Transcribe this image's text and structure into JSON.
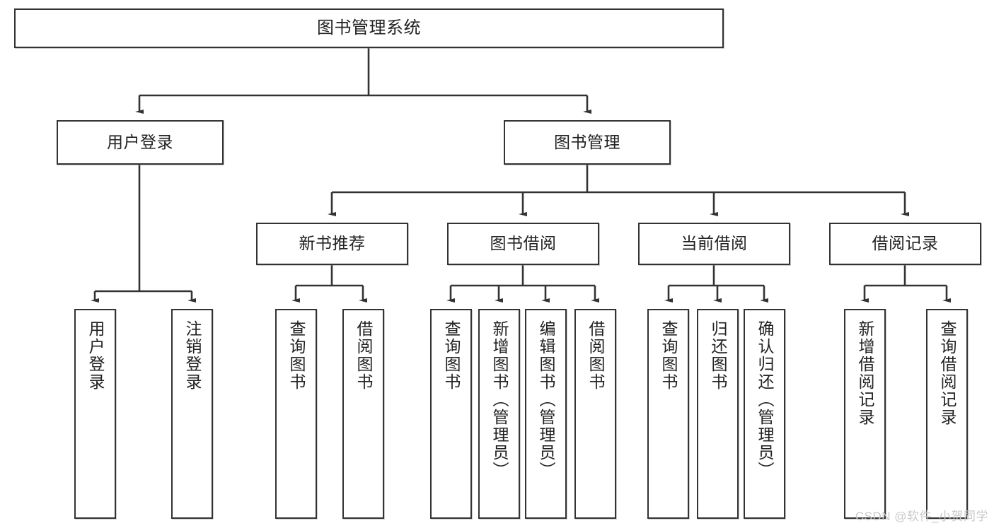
{
  "diagram": {
    "title": "图书管理系统",
    "type": "tree-hierarchy-diagram",
    "watermark": "CSDN @软件_小贺同学",
    "colors": {
      "node_border": "#333333",
      "node_fill": "#ffffff",
      "edge": "#333333",
      "text": "#222222",
      "watermark": "#c9c9c9"
    },
    "nodes": {
      "root": {
        "label": "图书管理系统"
      },
      "level2": [
        {
          "label": "用户登录"
        },
        {
          "label": "图书管理"
        }
      ],
      "level3": [
        {
          "label": "新书推荐"
        },
        {
          "label": "图书借阅"
        },
        {
          "label": "当前借阅"
        },
        {
          "label": "借阅记录"
        }
      ],
      "leaves": {
        "user_login": [
          {
            "label": "用户登录"
          },
          {
            "label": "注销登录"
          }
        ],
        "new_book_recommend": [
          {
            "label": "查询图书"
          },
          {
            "label": "借阅图书"
          }
        ],
        "book_borrow": [
          {
            "label": "查询图书"
          },
          {
            "label": "新增图书（管理员）"
          },
          {
            "label": "编辑图书（管理员）"
          },
          {
            "label": "借阅图书"
          }
        ],
        "current_borrow": [
          {
            "label": "查询图书"
          },
          {
            "label": "归还图书"
          },
          {
            "label": "确认归还（管理员）"
          }
        ],
        "borrow_record": [
          {
            "label": "新增借阅记录"
          },
          {
            "label": "查询借阅记录"
          }
        ]
      }
    }
  }
}
